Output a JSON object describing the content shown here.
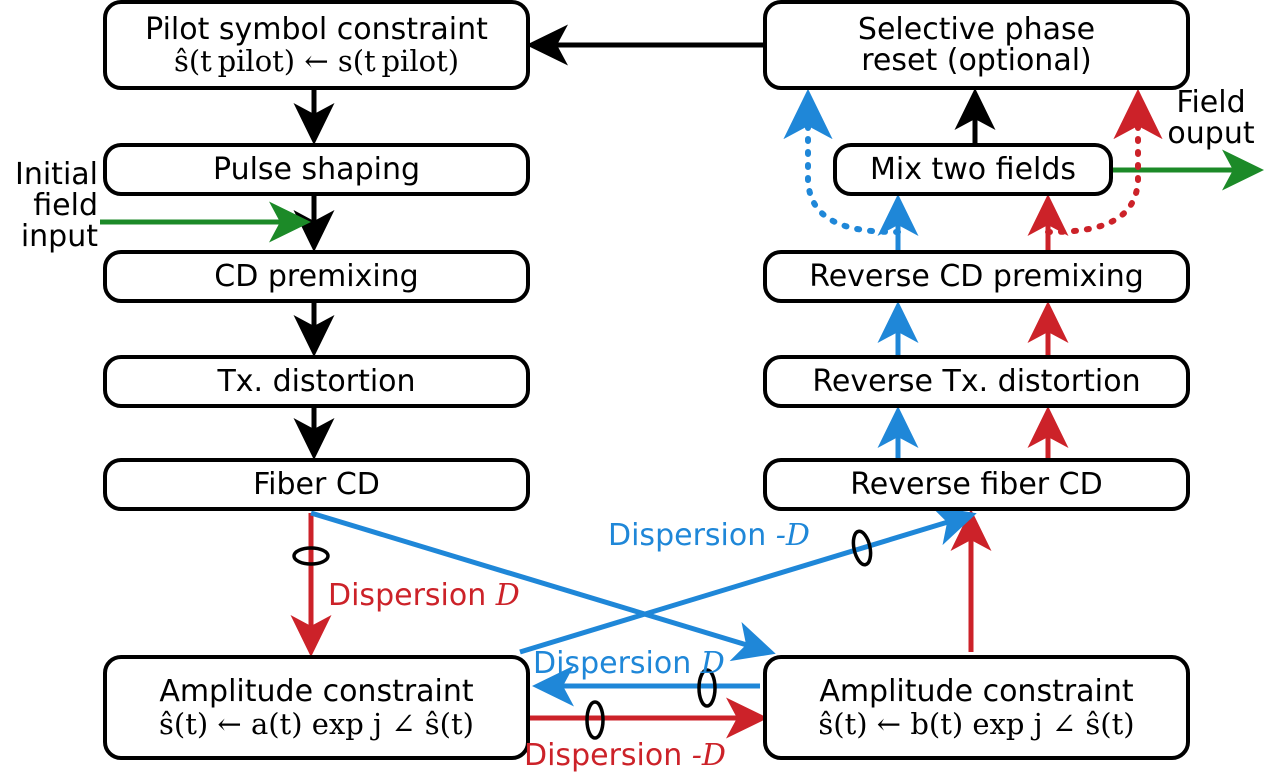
{
  "diagram": {
    "title": "Iterative field reconstruction block diagram",
    "colors": {
      "black": "#000000",
      "red": "#cc2229",
      "blue": "#1f87d8",
      "green": "#1c8a28"
    },
    "boxes": [
      {
        "id": "pilot",
        "line1": "Pilot symbol constraint",
        "line2": "ŝ(t pilot) ← s(t pilot)"
      },
      {
        "id": "pulse",
        "line1": "Pulse shaping",
        "line2": ""
      },
      {
        "id": "cdpre",
        "line1": "CD premixing",
        "line2": ""
      },
      {
        "id": "txdist",
        "line1": "Tx. distortion",
        "line2": ""
      },
      {
        "id": "fibercd",
        "line1": "Fiber CD",
        "line2": ""
      },
      {
        "id": "ampleft",
        "line1": "Amplitude constraint",
        "line2": "ŝ(t) ← a(t) exp j ∠ ŝ(t)"
      },
      {
        "id": "phasereset",
        "line1": "Selective phase",
        "line2": "reset (optional)"
      },
      {
        "id": "mix",
        "line1": "Mix two fields",
        "line2": ""
      },
      {
        "id": "revcdpre",
        "line1": "Reverse CD premixing",
        "line2": ""
      },
      {
        "id": "revtx",
        "line1": "Reverse Tx. distortion",
        "line2": ""
      },
      {
        "id": "revfibercd",
        "line1": "Reverse fiber CD",
        "line2": ""
      },
      {
        "id": "ampright",
        "line1": "Amplitude constraint",
        "line2": "ŝ(t) ← b(t) exp j ∠ ŝ(t)"
      }
    ],
    "annotations": {
      "initial_input": "Initial\nfield\ninput",
      "initial_input_l1": "Initial",
      "initial_input_l2": "field",
      "initial_input_l3": "input",
      "field_output_l1": "Field",
      "field_output_l2": "ouput"
    },
    "edge_labels": [
      {
        "id": "disp-D-red-vert",
        "text": "Dispersion ",
        "sym": "D",
        "color": "#cc2229"
      },
      {
        "id": "disp-negD-blue",
        "text": "Dispersion ",
        "sym": "-D",
        "color": "#1f87d8"
      },
      {
        "id": "disp-D-blue-bottom",
        "text": "Dispersion ",
        "sym": "D",
        "color": "#1f87d8"
      },
      {
        "id": "disp-negD-red-bottom",
        "text": "Dispersion ",
        "sym": "-D",
        "color": "#cc2229"
      }
    ]
  }
}
